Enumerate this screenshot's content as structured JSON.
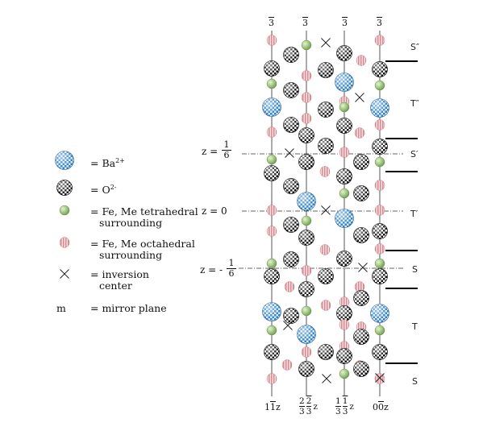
{
  "top_symmetry_labels": [
    "3",
    "3",
    "3",
    "3"
  ],
  "bottom_axis_labels": [
    {
      "text": "1̅ 1z",
      "parts": [
        "1",
        "1",
        "z"
      ],
      "overbar": [
        false,
        true,
        false
      ]
    },
    {
      "text": "2/3 2̅/3 z",
      "parts": [
        "2",
        "2",
        "z"
      ],
      "overbar": [
        false,
        true,
        false
      ],
      "denominators": [
        "3",
        "3"
      ]
    },
    {
      "text": "1/3 1̅/3 z",
      "parts": [
        "1",
        "1",
        "z"
      ],
      "overbar": [
        false,
        true,
        false
      ],
      "denominators": [
        "3",
        "3"
      ]
    },
    {
      "text": "00̅z",
      "parts": [
        "0",
        "0",
        "z"
      ],
      "overbar": [
        false,
        true,
        false
      ]
    }
  ],
  "layer_labels": [
    "S″",
    "T″",
    "S′",
    "T′",
    "S",
    "T",
    "S"
  ],
  "z_labels": {
    "z_top": {
      "prefix": "z =",
      "numerator": "1",
      "denominator": "6"
    },
    "z_mid": {
      "text": "z = 0"
    },
    "z_bottom": {
      "prefix": "z = -",
      "numerator": "1",
      "denominator": "6"
    }
  },
  "legend": {
    "ba": {
      "label": "= Ba",
      "sup": "2+"
    },
    "o": {
      "label": "= O",
      "sup": "2-"
    },
    "tetra": {
      "line1": "= Fe, Me tetrahedral",
      "line2": "surrounding"
    },
    "octa": {
      "line1": "= Fe, Me octahedral",
      "line2": "surrounding"
    },
    "inv": {
      "line1": "= inversion",
      "line2": "center"
    },
    "mirror": {
      "symbol": "m",
      "label": "= mirror plane"
    }
  },
  "colors": {
    "ba_blue": "#2f7fc8",
    "tetra_green": "#9cc47a",
    "octa_pink": "#e0a3a8",
    "checker_dark": "#111111",
    "line": "#444444"
  }
}
